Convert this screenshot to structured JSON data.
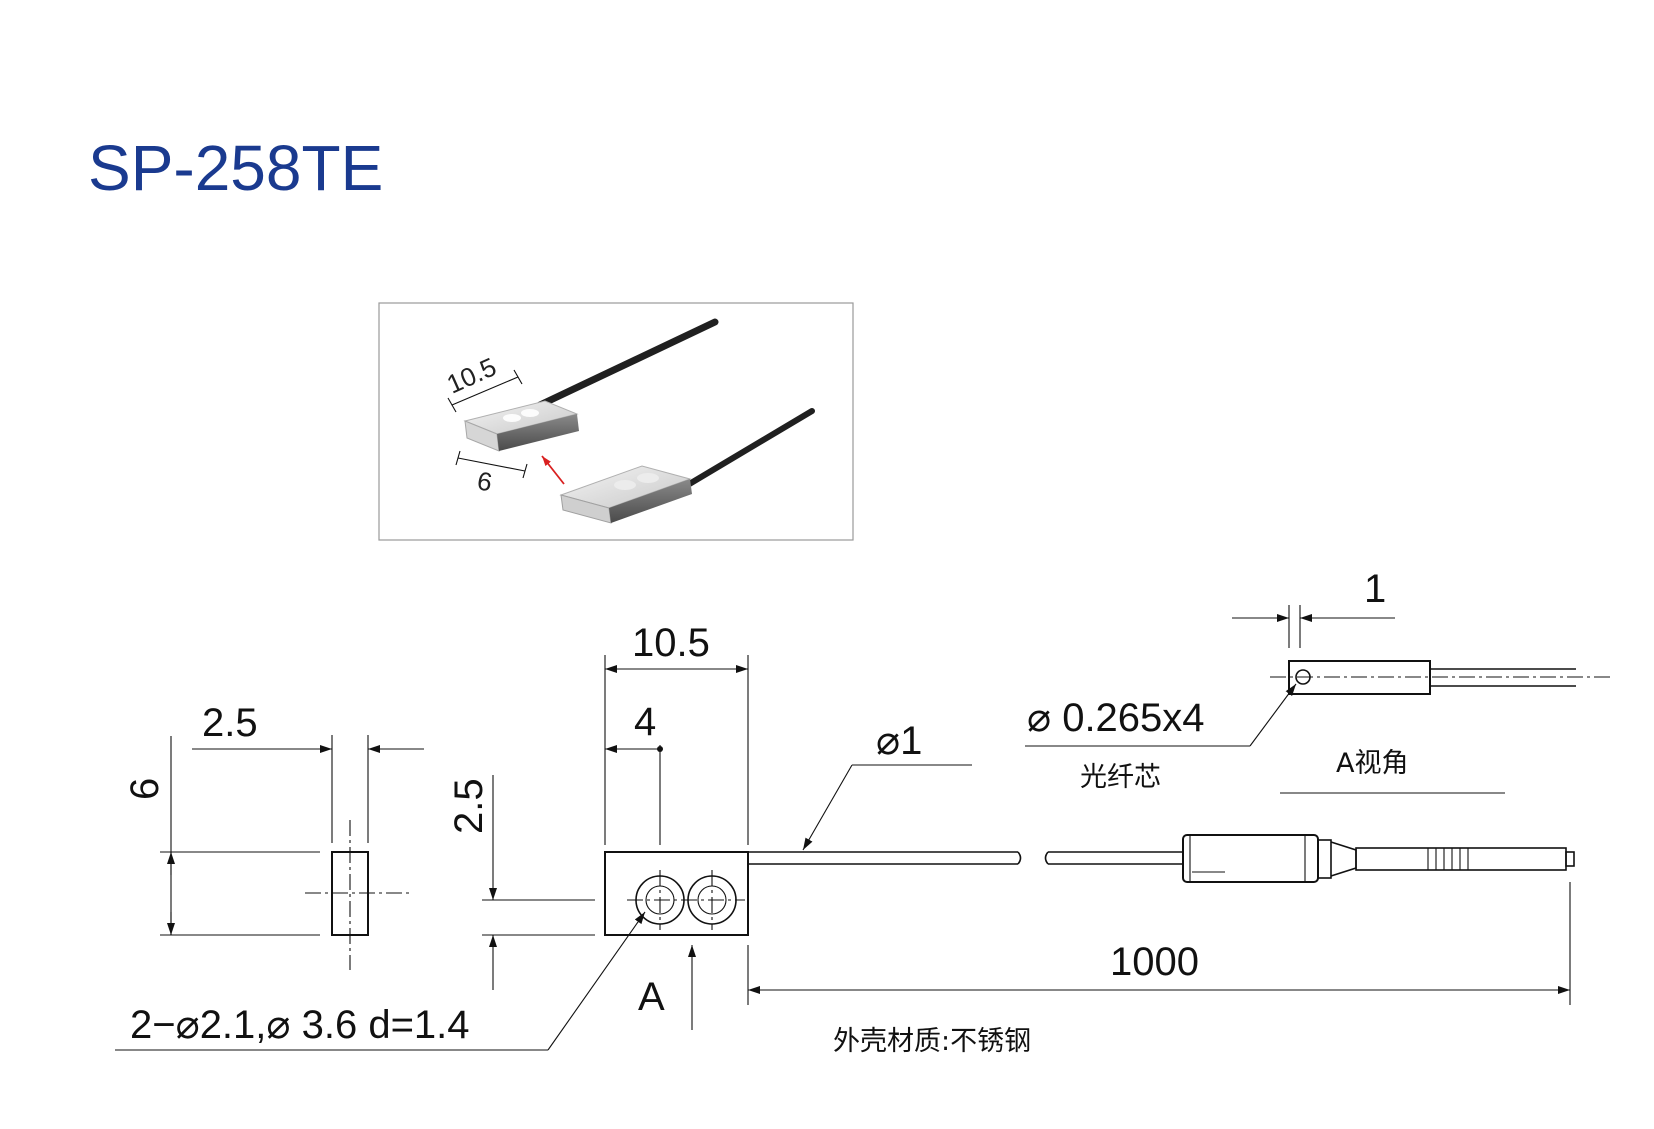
{
  "title": "SP-258TE",
  "photo": {
    "dim_length": "10.5",
    "dim_width": "6"
  },
  "side_view": {
    "dim_height": "6",
    "dim_thickness": "2.5"
  },
  "front_view": {
    "dim_length": "10.5",
    "dim_hole_offset": "4",
    "dim_hole_height": "2.5",
    "hole_note": "2−⌀2.1,⌀ 3.6 d=1.4",
    "view_marker": "A"
  },
  "cable": {
    "diameter": "⌀1",
    "length": "1000"
  },
  "view_a": {
    "dim_core_offset": "1",
    "core_note": "⌀ 0.265x4",
    "core_label": "光纤芯",
    "view_label": "A视角"
  },
  "material_note": "外壳材质:不锈钢"
}
